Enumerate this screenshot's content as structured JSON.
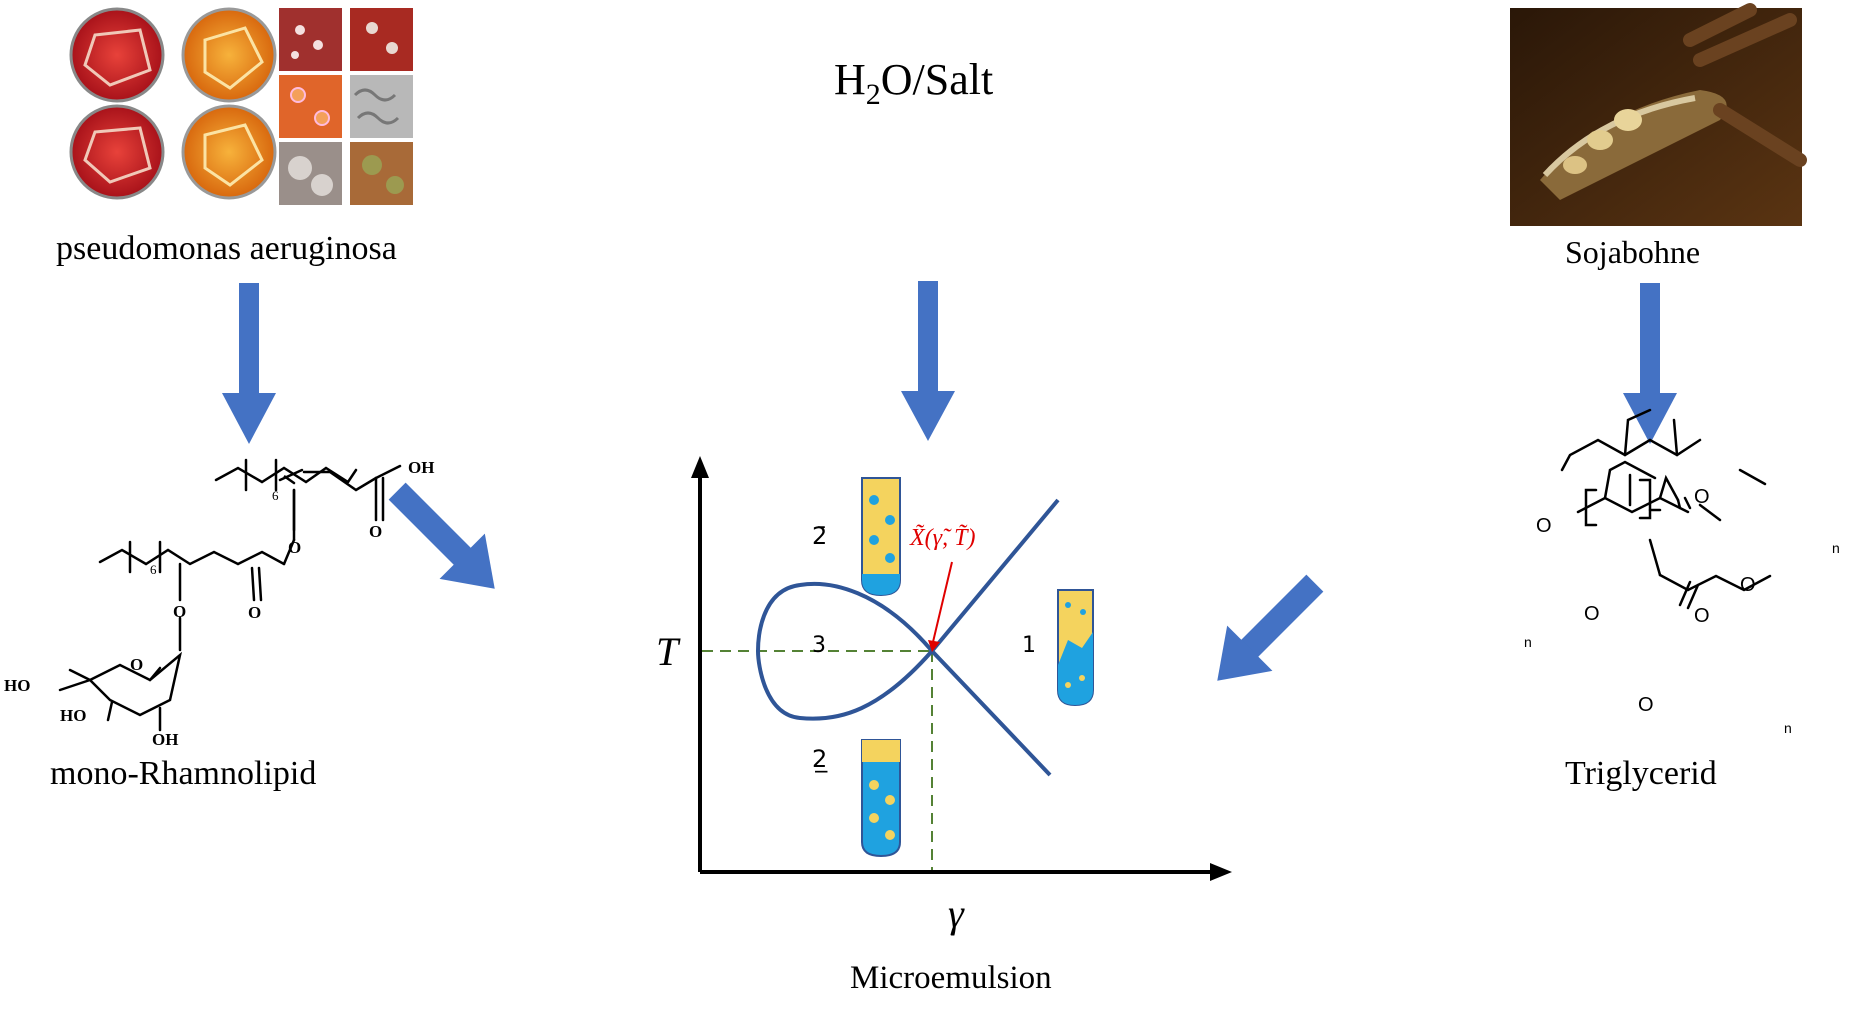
{
  "source": {
    "organism_label": "pseudomonas aeruginosa",
    "plant_label": "Sojabohne",
    "medium_label": {
      "prefix": "H",
      "subscript": "2",
      "suffix": "O/Salt"
    }
  },
  "products": {
    "surfactant_label": "mono-Rhamnolipid",
    "oil_label": "Triglycerid",
    "result_label": "Microemulsion"
  },
  "rhamnolipid_atoms": {
    "oh_acid": "OH",
    "o_carbonyl_1": "O",
    "o_ester_1": "O",
    "o_carbonyl_2": "O",
    "o_glycosidic": "O",
    "o_ring": "O",
    "ho_1": "HO",
    "ho_2": "HO",
    "oh_3": "OH",
    "repeat_1": "6",
    "repeat_2": "6"
  },
  "triglycerid_atoms": {
    "o_ester_top": "O",
    "o_carbonyl_top": "O",
    "o_ester_left": "O",
    "o_carbonyl_left": "O",
    "o_ester_bottom": "O",
    "o_carbonyl_bottom": "O",
    "n_top": "n",
    "n_left": "n",
    "n_bottom": "n"
  },
  "phase_diagram": {
    "y_axis_label": "T",
    "x_axis_label": "γ",
    "region_top": "2̄",
    "region_middle": "3",
    "region_right": "1",
    "region_bottom": "2̲",
    "critical_point_label": "X̃(γ̃, T̃)"
  },
  "colors": {
    "arrow": "#4472c4",
    "curve": "#2f5597",
    "oil": "#f4d35e",
    "water": "#1fa2e0",
    "guide": "#548235",
    "critical": "#e00000"
  }
}
